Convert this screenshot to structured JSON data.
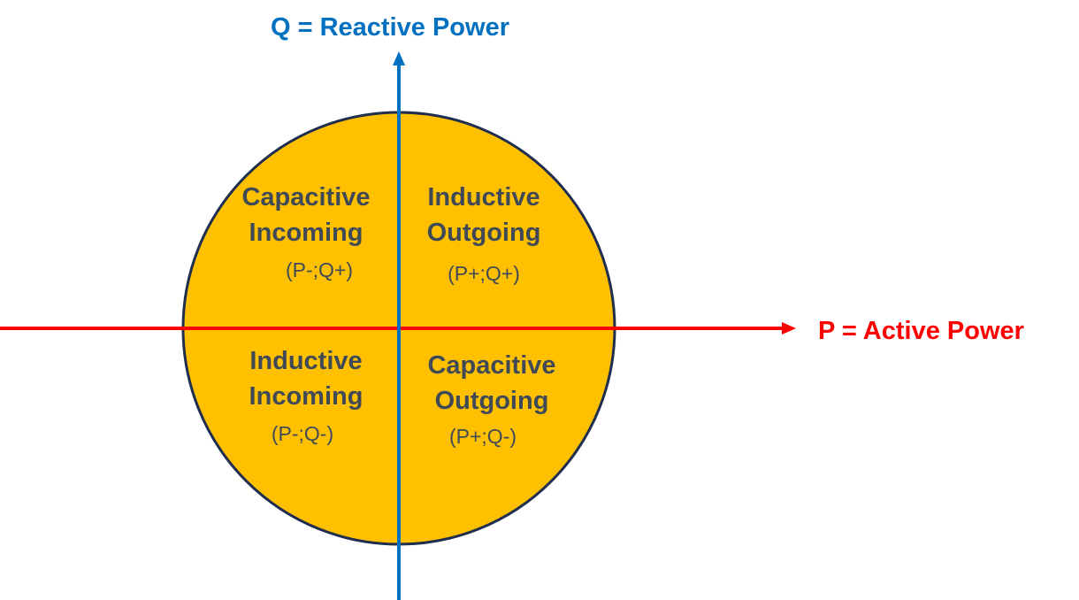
{
  "colors": {
    "circle_fill": "#ffc000",
    "circle_stroke": "#1f2d4f",
    "p_axis": "#ff0000",
    "q_axis": "#0070c0",
    "quadrant_text": "#404a57"
  },
  "axes": {
    "q_title": "Q = Reactive Power",
    "p_title": "P = Active Power"
  },
  "quadrants": {
    "q2": {
      "line1": "Capacitive",
      "line2": "Incoming",
      "sign": "(P-;Q+)"
    },
    "q1": {
      "line1": "Inductive",
      "line2": "Outgoing",
      "sign": "(P+;Q+)"
    },
    "q3": {
      "line1": "Inductive",
      "line2": "Incoming",
      "sign": "(P-;Q-)"
    },
    "q4": {
      "line1": "Capacitive",
      "line2": "Outgoing",
      "sign": "(P+;Q-)"
    }
  }
}
